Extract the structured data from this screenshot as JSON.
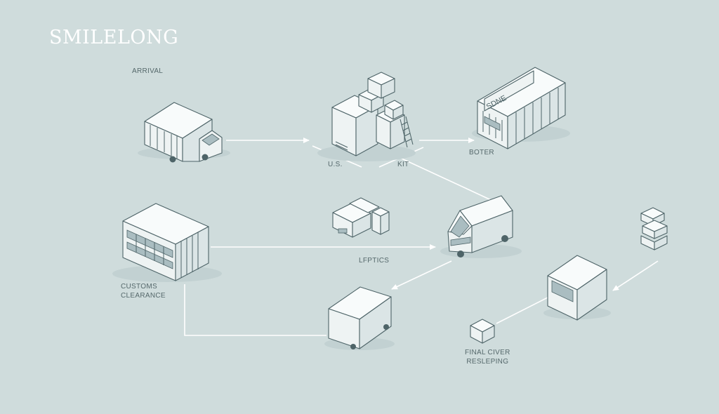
{
  "brand": {
    "logo_text": "SMILELONG"
  },
  "labels": {
    "arrival": "ARRIVAL",
    "us": "U.S.",
    "kit": "KIT",
    "boter": "BOTER",
    "building_sign": "SDNE",
    "lfptics": "LFPTICS",
    "customs": [
      "CUSTOMS",
      "CLEARANCE"
    ],
    "final": [
      "FINAL CIVER",
      "RESLEPING"
    ]
  },
  "colors": {
    "background": "#cfdcdc",
    "connector": "#ffffff",
    "outline": "#4e6468",
    "label": "#55686b"
  }
}
